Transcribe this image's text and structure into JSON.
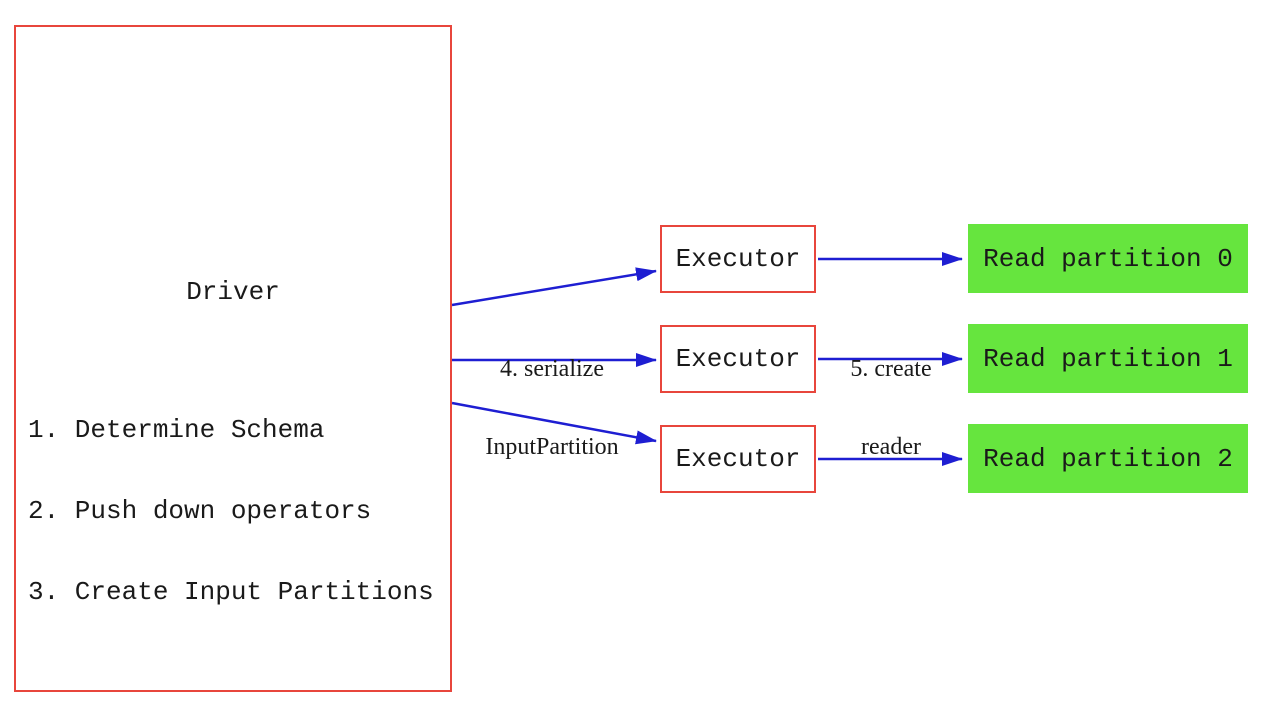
{
  "diagram": {
    "driver": {
      "title": "Driver",
      "steps": [
        "1. Determine Schema",
        "2. Push down operators",
        "3. Create Input Partitions"
      ]
    },
    "executors": [
      {
        "label": "Executor"
      },
      {
        "label": "Executor"
      },
      {
        "label": "Executor"
      }
    ],
    "partitions": [
      {
        "label": "Read partition 0"
      },
      {
        "label": "Read partition 1"
      },
      {
        "label": "Read partition 2"
      }
    ],
    "edge_labels": {
      "serialize": {
        "line1": "4. serialize",
        "line2": "InputPartition"
      },
      "create_reader": {
        "line1": "5. create",
        "line2": "reader"
      }
    },
    "colors": {
      "box_border_red": "#e8463c",
      "arrow_blue": "#1e1ed2",
      "partition_green": "#66e53e",
      "text": "#1a1a1a",
      "background": "#ffffff"
    }
  }
}
